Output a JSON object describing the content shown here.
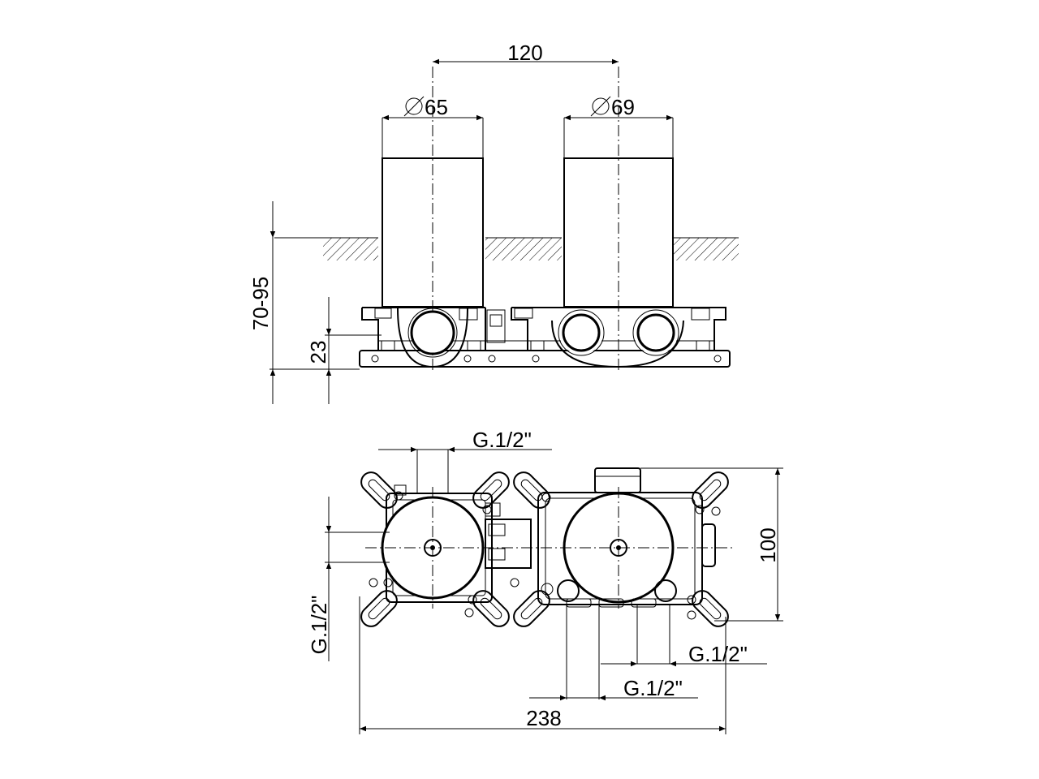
{
  "dimensions": {
    "spacing": "120",
    "diameter_left": "65",
    "diameter_right": "69",
    "depth_range": "70-95",
    "base_height": "23",
    "inlet_top": "G.1/2\"",
    "inlet_left": "G.1/2\"",
    "outlet_right": "G.1/2\"",
    "outlet_bottom": "G.1/2\"",
    "height": "100",
    "width": "238"
  }
}
